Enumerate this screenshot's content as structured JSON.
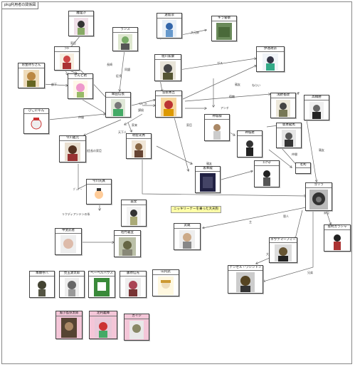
{
  "tab_title": "pkg利用者の関係図",
  "nodes": [
    {
      "id": "n1",
      "label": "魔理沙"
    },
    {
      "id": "n2",
      "label": "ランス"
    },
    {
      "id": "n3",
      "label": "ﾗｲﾄ"
    },
    {
      "id": "n4",
      "label": "お金持ちさん"
    },
    {
      "id": "n5",
      "label": "せんと君"
    },
    {
      "id": "n6",
      "label": "ひこにゃん"
    },
    {
      "id": "n7",
      "label": "織田信長"
    },
    {
      "id": "n8",
      "label": "羽柴秀吉"
    },
    {
      "id": "n9",
      "label": "徳川家康"
    },
    {
      "id": "n10",
      "label": "遠坂凛"
    },
    {
      "id": "n11",
      "label": "キラ警察"
    },
    {
      "id": "n12",
      "label": "明智光秀"
    },
    {
      "id": "n13",
      "label": "今川義元"
    },
    {
      "id": "n14",
      "label": "今川氏真"
    },
    {
      "id": "n15",
      "label": "伊達政宗"
    },
    {
      "id": "n16",
      "label": "浅野長政"
    },
    {
      "id": "n17",
      "label": "坂本龍馬"
    },
    {
      "id": "n18",
      "label": "高橋勝"
    },
    {
      "id": "n19",
      "label": "神城様"
    },
    {
      "id": "n20",
      "label": "神城君"
    },
    {
      "id": "n21",
      "label": "坂本龍"
    },
    {
      "id": "n22",
      "label": "ﾕﾐﾅ守"
    },
    {
      "id": "n23",
      "label": "ゴリラ"
    },
    {
      "id": "n24",
      "label": "坂村ガラシャ"
    },
    {
      "id": "n25",
      "label": "武蔵"
    },
    {
      "id": "n26",
      "label": "エヴァマーフィー"
    },
    {
      "id": "n27",
      "label": "デンゼル・ワシントン"
    },
    {
      "id": "n28",
      "label": "森女"
    },
    {
      "id": "n29",
      "label": "甲斐武者"
    },
    {
      "id": "n30",
      "label": "佐竹義宣"
    },
    {
      "id": "n31",
      "label": "本願寺八"
    },
    {
      "id": "n32",
      "label": "見玉源太郎"
    },
    {
      "id": "n33",
      "label": "ヘーベルハウス"
    },
    {
      "id": "n34",
      "label": "藤原信光"
    },
    {
      "id": "n35",
      "label": "山内武"
    },
    {
      "id": "n36",
      "label": "鬼小島弥太郎"
    },
    {
      "id": "n37",
      "label": "足利義輝"
    },
    {
      "id": "n38",
      "label": "カイジ"
    },
    {
      "id": "n39",
      "label": "毛利"
    }
  ],
  "edge_labels": {
    "e1": "家臣",
    "e2": "臣下",
    "e3": "部下",
    "e4": "征伐",
    "e5": "長崎",
    "e6": "仲間",
    "e7": "同盟",
    "e8": "ﾗｲﾊﾞﾙ",
    "e9": "大元帥",
    "e10": "ガス",
    "e11": "親友",
    "e12": "ねらい",
    "e13": "アンチ",
    "e14": "宿敵",
    "e15": "ﾘｽﾍﾟｸﾄ",
    "e16": "謀殺",
    "e17": "家来",
    "e18": "天下人",
    "e19": "家臣",
    "e20": "親友",
    "e21": "カリスマ",
    "e22": "ライバル",
    "e23": "仲間",
    "e24": "親友",
    "e25": "家臣",
    "e26": "主",
    "e27": "恩人",
    "e28": "大ﾌｧﾝ",
    "e29": "兄弟"
  },
  "notes": {
    "note1": "ニッキリーナーを乗った大天狗"
  },
  "misc_text": {
    "t1": "リクディアンテンの系",
    "t2": "ｸﾞｯﾊﾞｰ",
    "t3": "織田信長の家臣"
  }
}
